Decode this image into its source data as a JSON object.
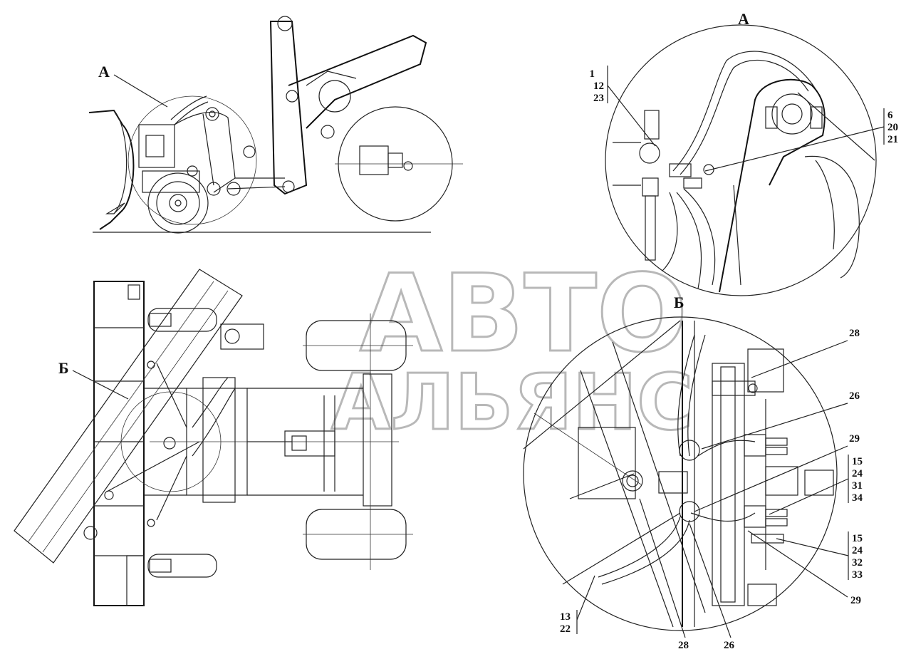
{
  "views": {
    "detail_a_label": "А",
    "detail_b_label": "Б"
  },
  "callouts": {
    "a_main": "А",
    "b_main": "Б",
    "a_1_12_23": [
      "1",
      "12",
      "23"
    ],
    "a_6_20_21": [
      "6",
      "20",
      "21"
    ],
    "b_28_top": "28",
    "b_26_top": "26",
    "b_29_top": "29",
    "b_15_24_31_34": [
      "15",
      "24",
      "31",
      "34"
    ],
    "b_15_24_32_33": [
      "15",
      "24",
      "32",
      "33"
    ],
    "b_29_bottom": "29",
    "b_13_22": [
      "13",
      "22"
    ],
    "b_28_bottom": "28",
    "b_26_bottom": "26"
  },
  "watermark": {
    "line1": "АВТО",
    "line2": "АЛЬЯНС"
  }
}
